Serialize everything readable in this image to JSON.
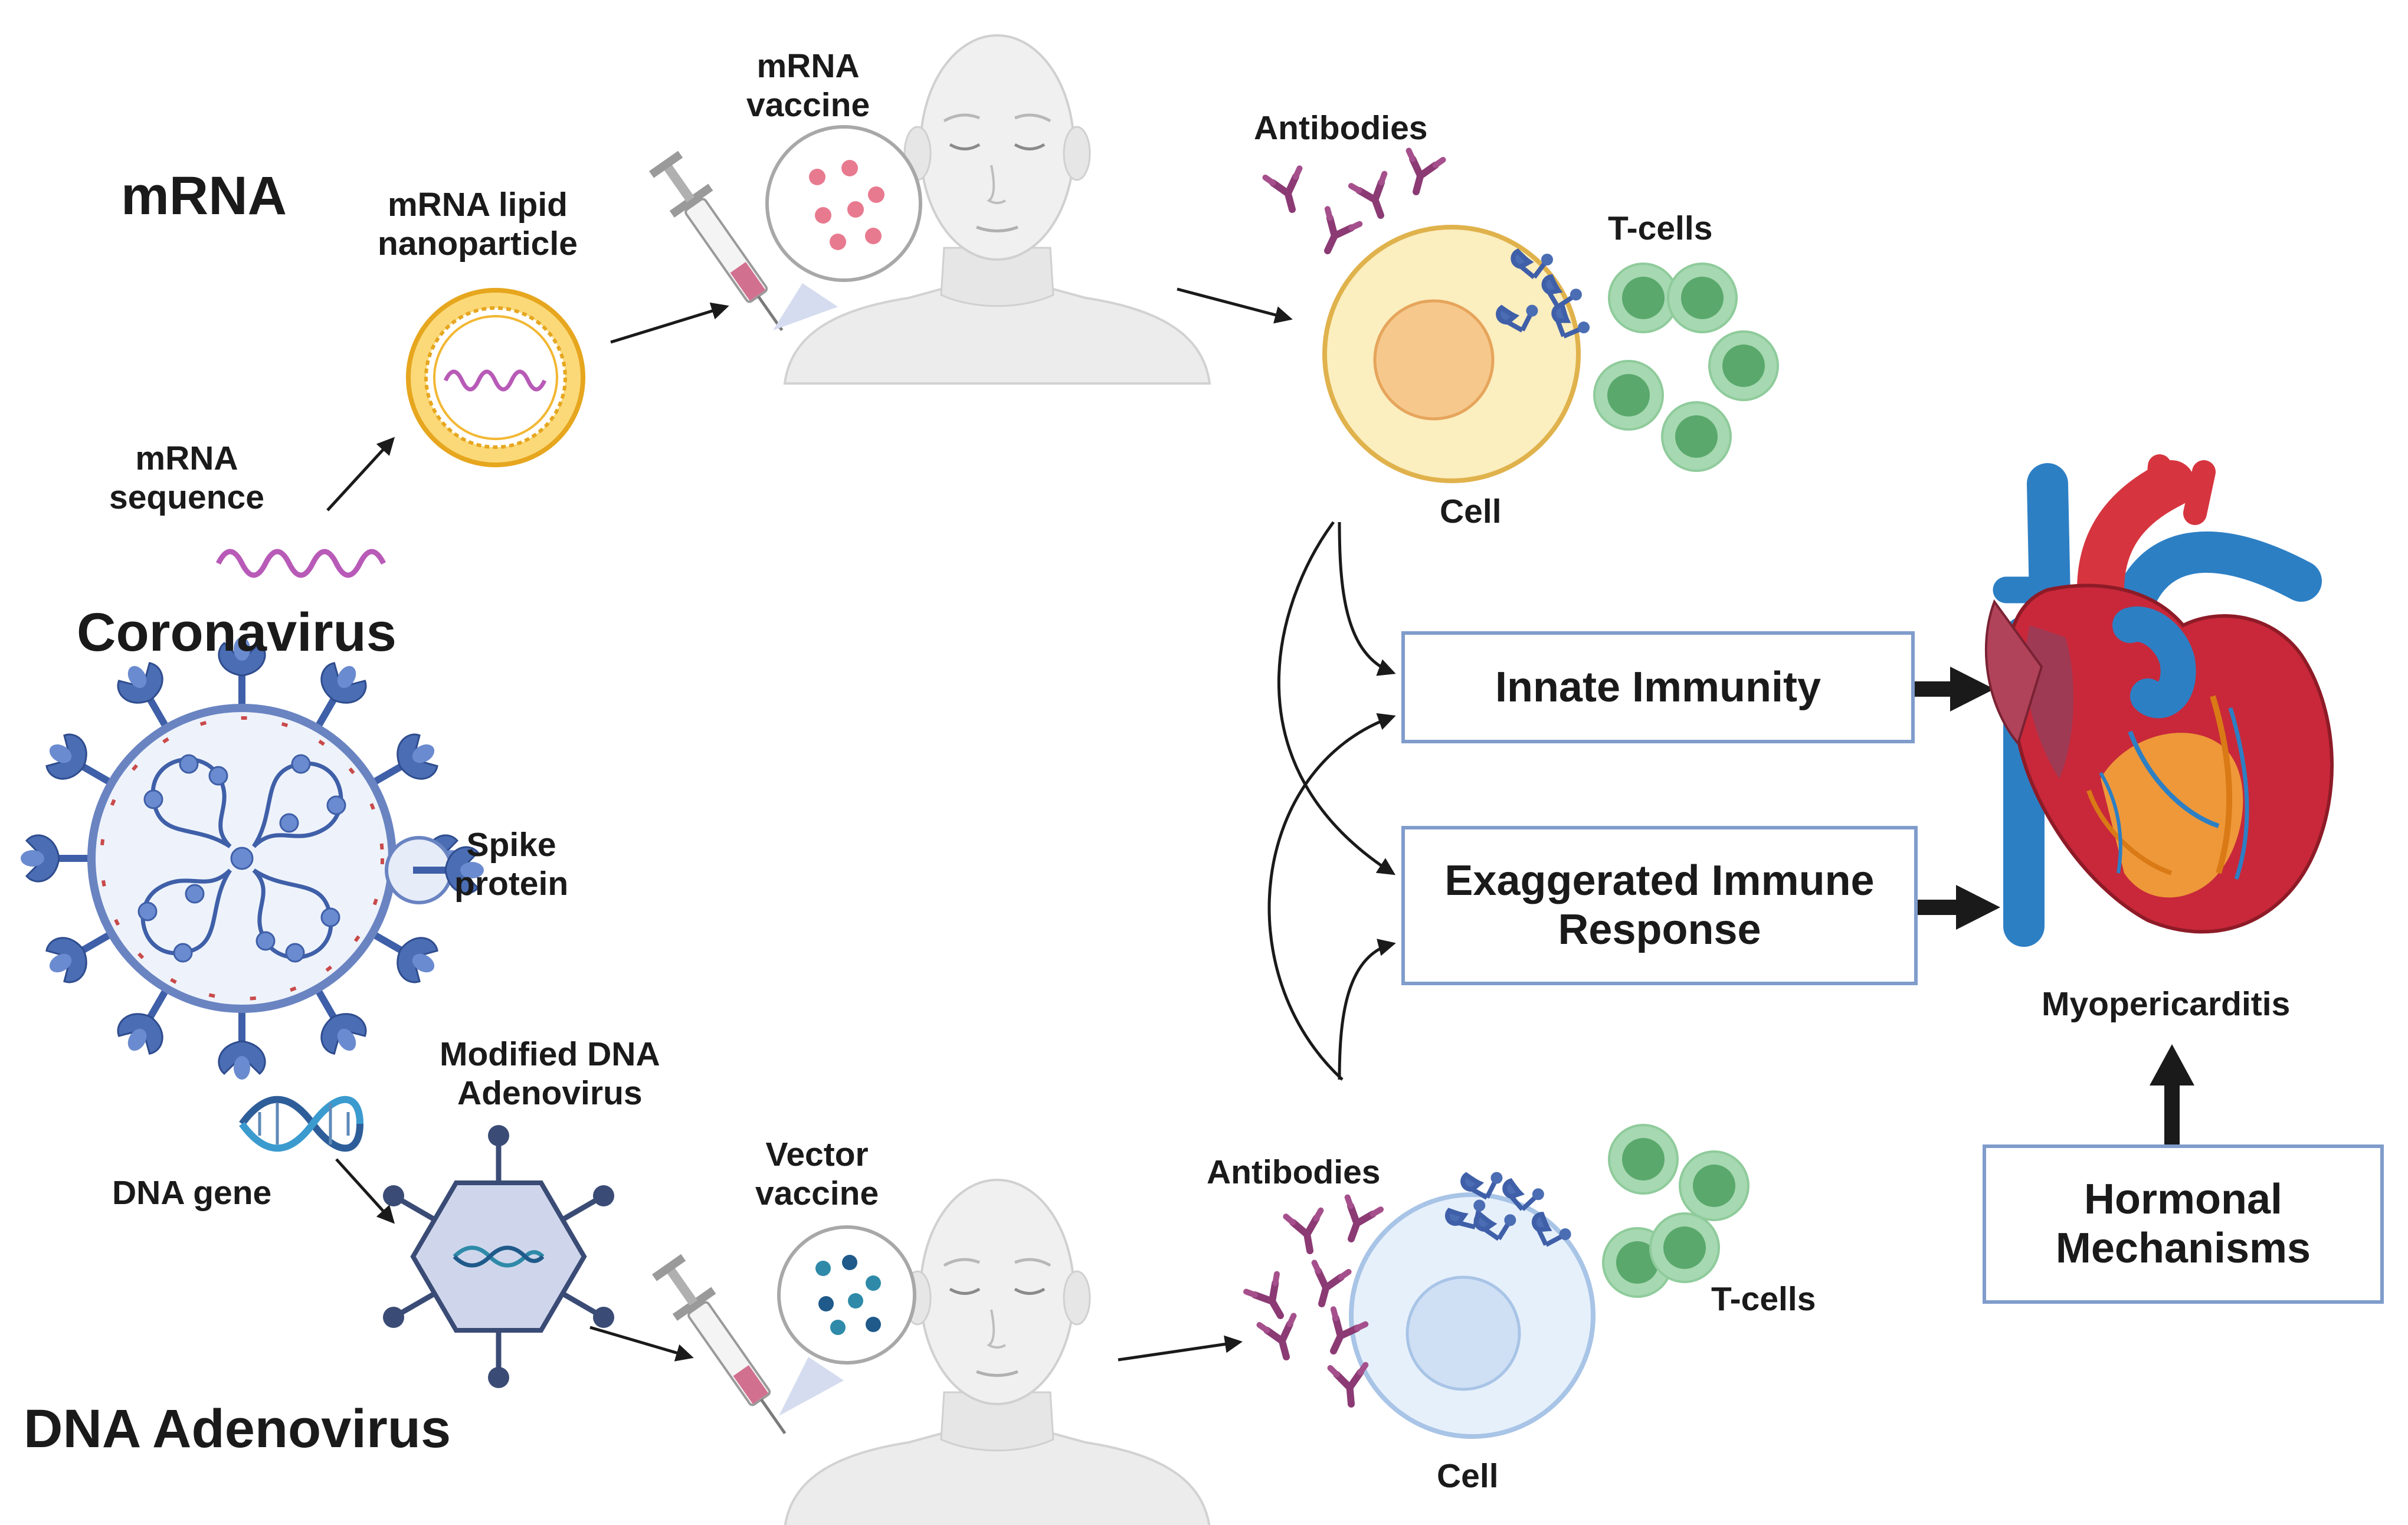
{
  "labels": {
    "mrna_title": "mRNA",
    "mrna_lipid": "mRNA lipid\nnanoparticle",
    "mrna_vaccine": "mRNA\nvaccine",
    "antibodies_top": "Antibodies",
    "tcells_top": "T-cells",
    "cell_top": "Cell",
    "mrna_sequence": "mRNA\nsequence",
    "coronavirus": "Coronavirus",
    "spike_protein": "Spike\nprotein",
    "modified_dna": "Modified DNA\nAdenovirus",
    "dna_gene": "DNA gene",
    "vector_vaccine": "Vector\nvaccine",
    "antibodies_bottom": "Antibodies",
    "tcells_bottom": "T-cells",
    "cell_bottom": "Cell",
    "dna_adenovirus": "DNA Adenovirus",
    "myopericarditis": "Myopericarditis"
  },
  "boxes": {
    "innate": "Innate Immunity",
    "exaggerated": "Exaggerated Immune\nResponse",
    "hormonal": "Hormonal\nMechanisms"
  },
  "colors": {
    "box_border": "#7f9ccb",
    "spike_blue": "#4a6db3",
    "lipid_orange": "#f2b733",
    "mrna_wave": "#b85ab7",
    "tcell_green": "#8fcb9b",
    "antibody_purple": "#8b3a74",
    "heart_red": "#c8283a",
    "heart_blue": "#2d7fc4"
  }
}
